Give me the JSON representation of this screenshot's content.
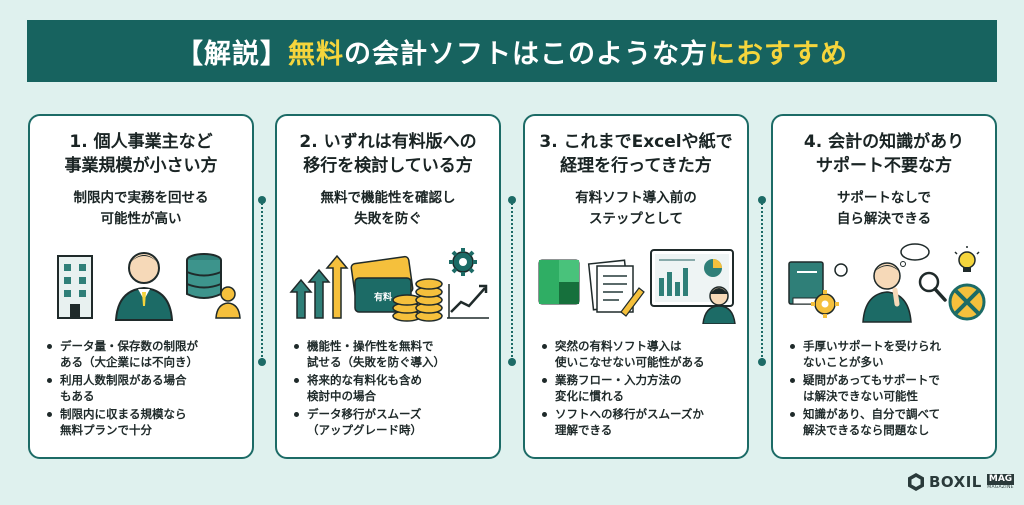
{
  "banner": {
    "part1": "【解説】",
    "part2": "無料",
    "part3": "の会計ソフトはこのような方",
    "part4": "におすすめ"
  },
  "colors": {
    "background": "#dff1ee",
    "banner": "#17635f",
    "highlight": "#f5d53c",
    "card_border": "#1c6b66"
  },
  "cards": [
    {
      "title1": "1. 個人事業主など",
      "title2": "事業規模が小さい方",
      "sub1": "制限内で実務を回せる",
      "sub2": "可能性が高い",
      "icons": [
        "building-icon",
        "businessman-icon",
        "database-icon",
        "person-icon"
      ],
      "bullets": [
        [
          "データ量・保存数の制限が",
          "ある（大企業には不向き）"
        ],
        [
          "利用人数制限がある場合",
          "もある"
        ],
        [
          "制限内に収まる規模なら",
          "無料プランで十分"
        ]
      ]
    },
    {
      "title1": "2. いずれは有料版への",
      "title2": "移行を検討している方",
      "sub1": "無料で機能性を確認し",
      "sub2": "失敗を防ぐ",
      "icons": [
        "up-arrows-icon",
        "money-card-icon",
        "coin-stack-icon",
        "gear-icon",
        "growth-chart-icon"
      ],
      "paid_label": "有料",
      "bullets": [
        [
          "機能性・操作性を無料で",
          "試せる（失敗を防ぐ導入）"
        ],
        [
          "将来的な有料化も含め",
          "検討中の場合"
        ],
        [
          "データ移行がスムーズ",
          "（アップグレード時）"
        ]
      ]
    },
    {
      "title1": "3. これまでExcelや紙で",
      "title2": "経理を行ってきた方",
      "sub1": "有料ソフト導入前の",
      "sub2": "ステップとして",
      "icons": [
        "excel-icon",
        "paper-documents-icon",
        "monitor-dashboard-icon",
        "user-at-computer-icon"
      ],
      "bullets": [
        [
          "突然の有料ソフト導入は",
          "使いこなせない可能性がある"
        ],
        [
          "業務フロー・入力方法の",
          "変化に慣れる"
        ],
        [
          "ソフトへの移行がスムーズか",
          "理解できる"
        ]
      ]
    },
    {
      "title1": "4. 会計の知識があり",
      "title2": "サポート不要な方",
      "sub1": "サポートなしで",
      "sub2": "自ら解決できる",
      "icons": [
        "book-icon",
        "gears-icon",
        "thinking-person-icon",
        "magnifier-icon",
        "lightbulb-icon",
        "no-support-icon"
      ],
      "bullets": [
        [
          "手厚いサポートを受けられ",
          "ないことが多い"
        ],
        [
          "疑問があってもサポートで",
          "は解決できない可能性"
        ],
        [
          "知識があり、自分で調べて",
          "解決できるなら問題なし"
        ]
      ]
    }
  ],
  "logo": {
    "word": "BOXIL",
    "mag": "MAG",
    "small": "MAGAZINE"
  }
}
